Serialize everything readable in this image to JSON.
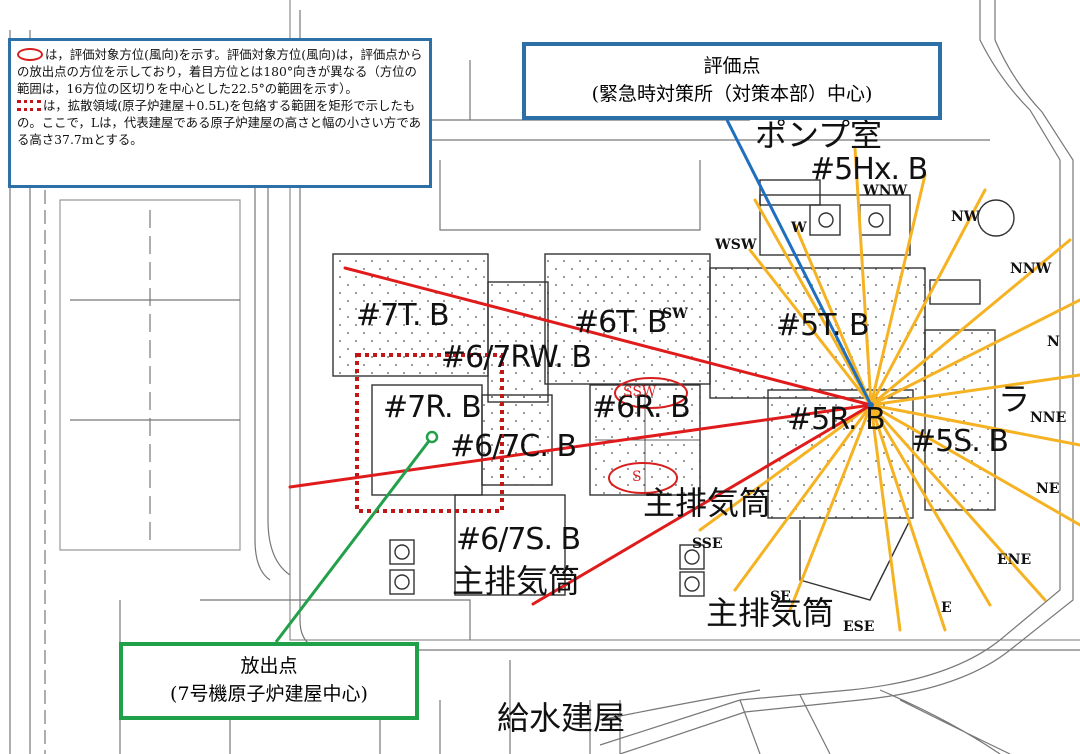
{
  "note": {
    "line1": "は，評価対象方位(風向)を示す。評価対象方位(風向)は，評価点からの放出点の方位を示しており，着目方位とは180°向きが異なる（方位の範囲は，16方位の区切りを中心とした22.5°の範囲を示す）。",
    "line2": "は，拡散領域(原子炉建屋＋0.5L)を包絡する範囲を矩形で示したもの。ここで，Lは，代表建屋である原子炉建屋の高さと幅の小さい方である高さ37.7mとする。"
  },
  "eval_point": {
    "title": "評価点",
    "subtitle": "(緊急時対策所（対策本部）中心)"
  },
  "release_point": {
    "title": "放出点",
    "subtitle": "(7号機原子炉建屋中心)"
  },
  "buildings": {
    "t7": "#7T. B",
    "t6": "#6T. B",
    "t5": "#5T. B",
    "rw67": "#6/7RW. B",
    "r7": "#7R. B",
    "r6": "#6R. B",
    "r5": "#5R. B",
    "c67": "#6/7C. B",
    "s67": "#6/7S. B",
    "s5": "#5S. B",
    "hx5": "#5Hx. B",
    "pump": "ポンプ室",
    "stack1": "主排気筒",
    "stack2": "主排気筒",
    "stack3": "主排気筒",
    "feedwater": "給水建屋",
    "partial": "ラ"
  },
  "directions": {
    "NW": "NW",
    "NNW": "NNW",
    "N": "N",
    "NNE": "NNE",
    "NE": "NE",
    "ENE": "ENE",
    "E": "E",
    "ESE": "ESE",
    "SE": "SE",
    "SSE": "SSE",
    "S": "S",
    "SSW": "SSW",
    "SW": "SW",
    "WSW": "WSW",
    "W": "W",
    "WNW": "WNW"
  },
  "colors": {
    "sector_lines": "#f5b324",
    "target_lines": "#e01b1b",
    "eval_line": "#1f6fbf",
    "release_line": "#22a04a",
    "eval_box_border": "#2d6fa7",
    "release_box_border": "#21a04a",
    "diffusion_rect": "#c0171b"
  }
}
